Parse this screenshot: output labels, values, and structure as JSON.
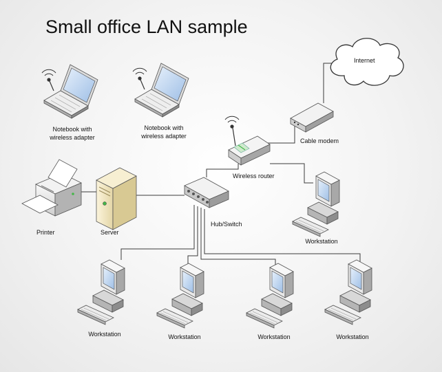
{
  "title": "Small office LAN sample",
  "labels": {
    "notebook1": [
      "Notebook with",
      "wireless adapter"
    ],
    "notebook2": [
      "Notebook with",
      "wireless adapter"
    ],
    "router": "Wireless router",
    "modem": "Cable modem",
    "internet": "Internet",
    "printer": "Printer",
    "server": "Server",
    "switch": "Hub/Switch",
    "ws_right": "Workstation",
    "ws1": "Workstation",
    "ws2": "Workstation",
    "ws3": "Workstation",
    "ws4": "Workstation"
  },
  "colors": {
    "device_light": "#f0f0f0",
    "device_mid": "#d0d0d0",
    "device_dark": "#9a9a9a",
    "screen": "#bcd4f0",
    "server_body": "#f1e7c4",
    "led": "#45b649",
    "line": "#3a3a3a"
  },
  "icons": [
    "laptop-icon",
    "router-icon",
    "modem-icon",
    "cloud-icon",
    "printer-icon",
    "server-icon",
    "switch-icon",
    "workstation-icon"
  ]
}
